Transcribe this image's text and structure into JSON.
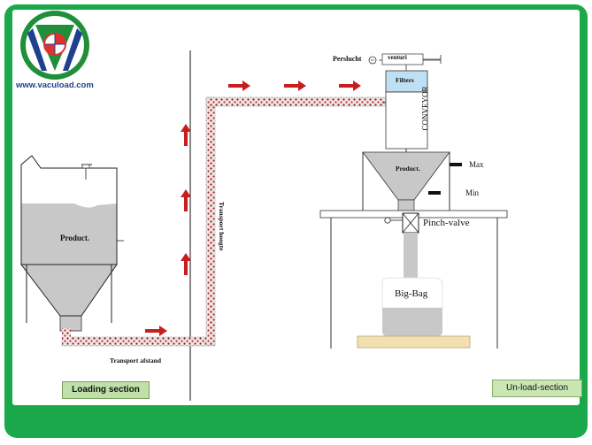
{
  "website": "www.vacuload.com",
  "colors": {
    "frame_green": "#1aa84a",
    "logo_green": "#1f8f3a",
    "logo_blue": "#1f3f8f",
    "logo_red": "#e03030",
    "arrow_red": "#c81e1e",
    "product_gray": "#c8c8c8",
    "section_button_bg": "#bfe0a8"
  },
  "icons": [
    "vacuload-logo-icon",
    "flow-arrow-right-icon",
    "flow-arrow-up-icon",
    "air-valve-icon"
  ],
  "labels": {
    "product_left": "Product.",
    "transport_afstand": "Transport afstand",
    "transport_hoogte": "Transport hoogte",
    "perslucht": "Perslucht",
    "venturi": "venturi",
    "filters": "Filters",
    "conveyor": "CONVEYOR",
    "product_right": "Product.",
    "max": "Max",
    "min": "Min",
    "pinch_valve": "Pinch-valve",
    "big_bag": "Big-Bag"
  },
  "sections": {
    "loading": "Loading section",
    "unloading": "Un-load-section"
  }
}
